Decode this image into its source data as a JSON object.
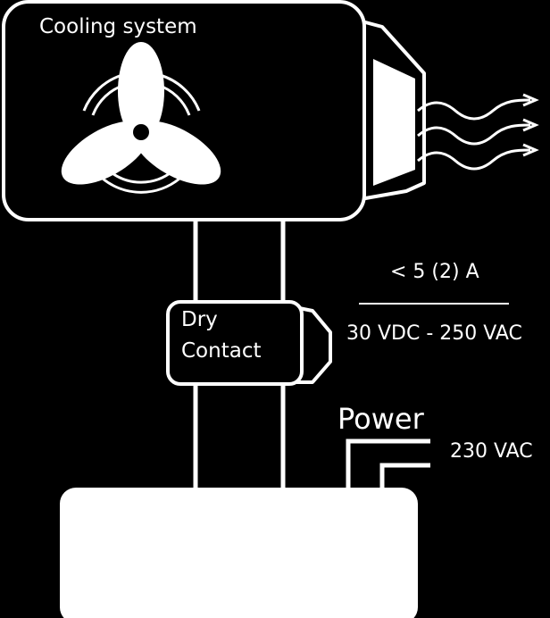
{
  "labels": {
    "cooling_system": "Cooling system",
    "dry_contact_line1": "Dry",
    "dry_contact_line2": "Contact",
    "current_rating": "< 5 (2) A",
    "voltage_range": "30 VDC - 250 VAC",
    "power": "Power",
    "power_voltage": "230 VAC"
  },
  "icons": {
    "fan": "fan-icon",
    "airflow": "wavy-arrow-icon"
  },
  "colors": {
    "background": "#000000",
    "foreground": "#ffffff"
  }
}
